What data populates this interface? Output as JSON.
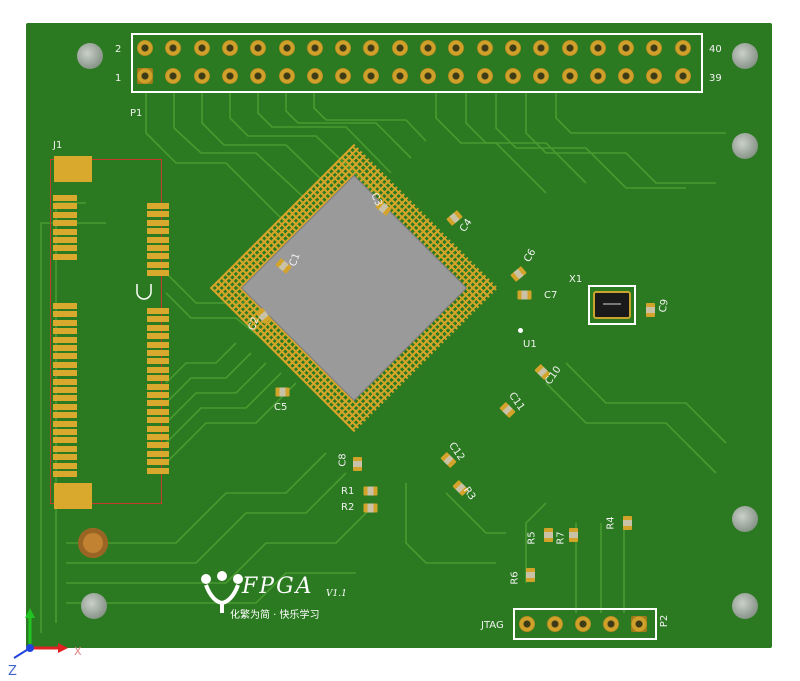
{
  "colors": {
    "board": "#2b7a21",
    "trace": "#4fa032",
    "gold": "#d8a92c",
    "silk": "#ffffff",
    "chip": "#9a9a9a"
  },
  "connectors": {
    "p1": {
      "ref": "P1",
      "pin_top_left": "2",
      "pin_bottom_left": "1",
      "pin_top_right": "40",
      "pin_bottom_right": "39"
    },
    "j1": {
      "ref": "J1"
    },
    "jtag": {
      "label": "JTAG",
      "ref": "P2"
    }
  },
  "chips": {
    "u1": "U1",
    "x1": "X1"
  },
  "components": {
    "c1": "C1",
    "c2": "C2",
    "c3": "C3",
    "c4": "C4",
    "c5": "C5",
    "c6": "C6",
    "c7": "C7",
    "c8": "C8",
    "c9": "C9",
    "c10": "C10",
    "c11": "C11",
    "c12": "C12",
    "r1": "R1",
    "r2": "R2",
    "r3": "R3",
    "r4": "R4",
    "r5": "R5",
    "r6": "R6",
    "r7": "R7"
  },
  "logo": {
    "text": "FPGA",
    "version": "V1.1",
    "subtitle": "化繁为简 · 快乐学习"
  },
  "icons": [
    "mounting-hole-icon",
    "axis-gizmo-icon",
    "logo-icon"
  ]
}
